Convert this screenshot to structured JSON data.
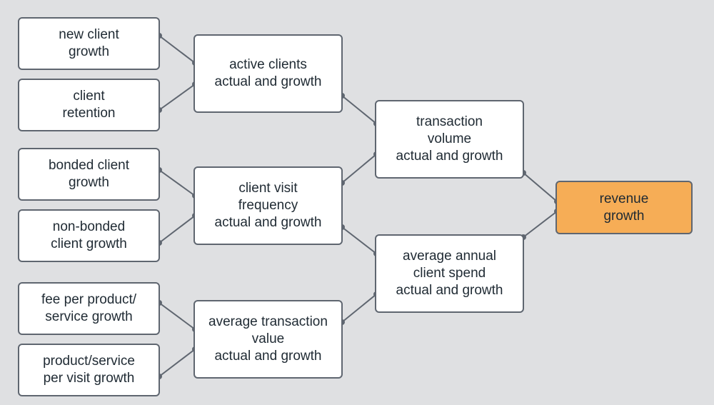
{
  "nodes": {
    "new_client_growth": "new client\ngrowth",
    "client_retention": "client\nretention",
    "bonded_client_growth": "bonded client\ngrowth",
    "non_bonded_client_growth": "non-bonded\nclient growth",
    "fee_per_product_service_growth": "fee per product/\nservice growth",
    "product_service_per_visit_growth": "product/service\nper visit growth",
    "active_clients": "active clients\nactual and growth",
    "client_visit_frequency": "client visit\nfrequency\nactual and growth",
    "average_transaction_value": "average transaction\nvalue\nactual and growth",
    "transaction_volume": "transaction\nvolume\nactual and growth",
    "average_annual_client_spend": "average annual\nclient spend\nactual and growth",
    "revenue_growth": "revenue\ngrowth"
  },
  "edges": [
    [
      "new_client_growth",
      "active_clients"
    ],
    [
      "client_retention",
      "active_clients"
    ],
    [
      "bonded_client_growth",
      "client_visit_frequency"
    ],
    [
      "non_bonded_client_growth",
      "client_visit_frequency"
    ],
    [
      "fee_per_product_service_growth",
      "average_transaction_value"
    ],
    [
      "product_service_per_visit_growth",
      "average_transaction_value"
    ],
    [
      "active_clients",
      "transaction_volume"
    ],
    [
      "client_visit_frequency",
      "transaction_volume"
    ],
    [
      "client_visit_frequency",
      "average_annual_client_spend"
    ],
    [
      "average_transaction_value",
      "average_annual_client_spend"
    ],
    [
      "transaction_volume",
      "revenue_growth"
    ],
    [
      "average_annual_client_spend",
      "revenue_growth"
    ]
  ],
  "colors": {
    "background": "#dfe0e2",
    "node_fill": "#ffffff",
    "node_border": "#5f6670",
    "goal_fill": "#f6ad56"
  }
}
